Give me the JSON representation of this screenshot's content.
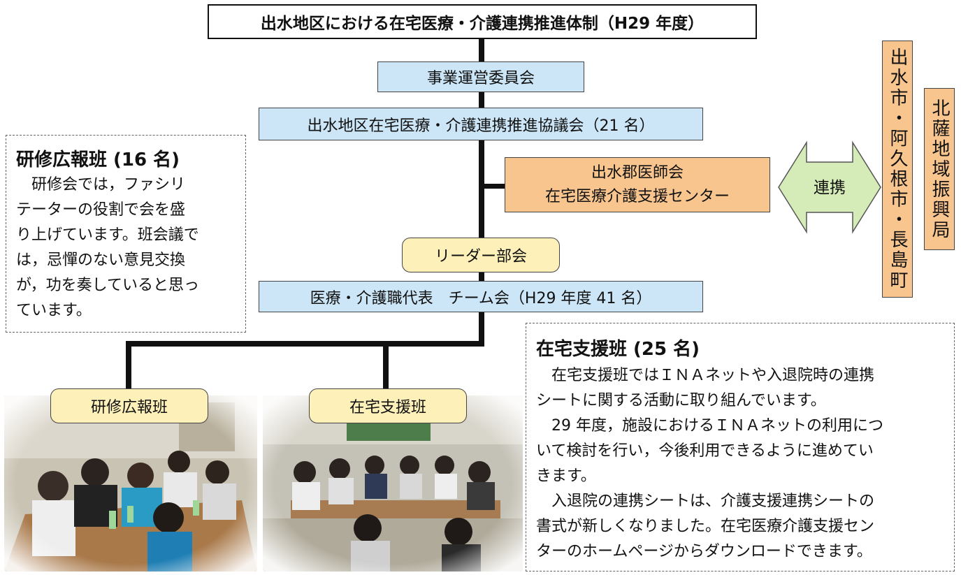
{
  "title": "出水地区における在宅医療・介護連携推進体制（H29 年度）",
  "nodes": {
    "committee": "事業運営委員会",
    "council": "出水地区在宅医療・介護連携推進協議会（21 名）",
    "center_line1": "出水郡医師会",
    "center_line2": "在宅医療介護支援センター",
    "leaders": "リーダー部会",
    "team": "医療・介護職代表　チーム会（H29 年度 41 名）",
    "group_training": "研修広報班",
    "group_home": "在宅支援班"
  },
  "link_label": "連携",
  "municipalities": "出水市・阿久根市・長島町",
  "regional_office": "北薩地域振興局",
  "training_panel": {
    "heading": "研修広報班 (16 名)",
    "lines": [
      "　研修会では，ファシリ",
      "テーターの役割で会を盛",
      "り上げています。班会議で",
      "は，忌憚のない意見交換",
      "が，功を奏していると思っ",
      "ています。"
    ]
  },
  "home_panel": {
    "heading": "在宅支援班 (25 名)",
    "lines": [
      "　在宅支援班ではＩＮＡネットや入退院時の連携",
      "シートに関する活動に取り組んでいます。",
      "　29 年度，施設におけるＩＮＡネットの利用につ",
      "いて検討を行い，今後利用できるように進めてい",
      "きます。",
      "　入退院の連携シートは、介護支援連携シートの",
      "書式が新しくなりました。在宅医療介護支援セン",
      "ターのホームページからダウンロードできます。"
    ]
  },
  "colors": {
    "blue_box": "#cce6f7",
    "orange_box": "#f8c58f",
    "yellow_box": "#fdf0b8",
    "arrow_fill": "#d6ecb8"
  }
}
